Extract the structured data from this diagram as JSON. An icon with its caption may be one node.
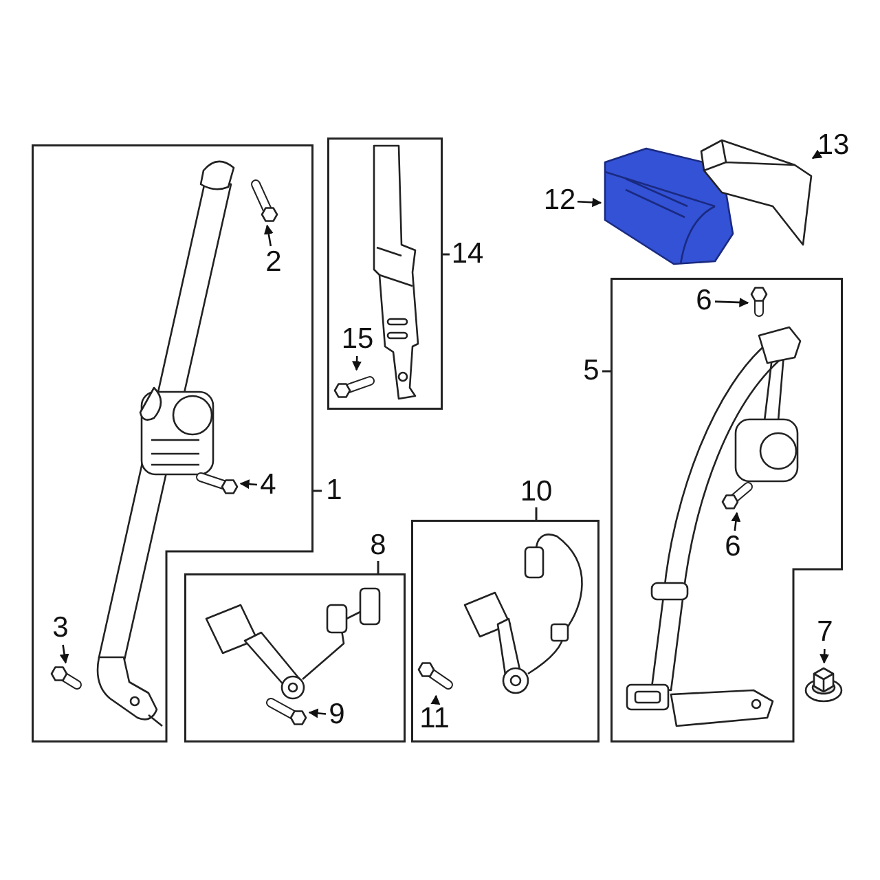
{
  "diagram": {
    "nodes": [
      {
        "text": [
          "1"
        ]
      },
      {
        "text": [],
        "shape": "picture",
        "in": 0
      },
      {
        "text": [
          "2"
        ],
        "in": 0
      },
      {
        "text": [],
        "shape": "picture",
        "in": 0
      },
      {
        "text": [
          "4"
        ],
        "in": 0
      },
      {
        "text": [],
        "shape": "picture",
        "in": 0
      },
      {
        "text": [
          "3"
        ],
        "in": 0
      },
      {
        "text": [],
        "shape": "picture",
        "in": 0
      },
      {
        "text": [
          "14"
        ]
      },
      {
        "text": [],
        "shape": "picture",
        "in": 8
      },
      {
        "text": [
          "15"
        ],
        "in": 8
      },
      {
        "text": [],
        "shape": "picture",
        "in": 8
      },
      {
        "text": [
          "12"
        ]
      },
      {
        "text": [],
        "shape": "picture"
      },
      {
        "text": [
          "13"
        ]
      },
      {
        "text": [],
        "shape": "picture"
      },
      {
        "text": [
          "5"
        ]
      },
      {
        "text": [
          "6"
        ],
        "in": 16
      },
      {
        "text": [],
        "shape": "picture",
        "in": 16
      },
      {
        "text": [],
        "shape": "picture",
        "in": 16
      },
      {
        "text": [
          "6"
        ],
        "in": 16
      },
      {
        "text": [],
        "shape": "picture",
        "in": 16
      },
      {
        "text": [
          "7"
        ]
      },
      {
        "text": [],
        "shape": "picture"
      },
      {
        "text": [
          "8"
        ]
      },
      {
        "text": [],
        "shape": "picture",
        "in": 24
      },
      {
        "text": [
          "9"
        ],
        "in": 24
      },
      {
        "text": [],
        "shape": "picture",
        "in": 24
      },
      {
        "text": [
          "10"
        ]
      },
      {
        "text": [],
        "shape": "picture",
        "in": 28
      },
      {
        "text": [
          "11"
        ],
        "in": 28
      },
      {
        "text": [],
        "shape": "picture",
        "in": 28
      }
    ],
    "edges": [
      {
        "from": 2,
        "to": 3,
        "arrow": "to"
      },
      {
        "from": 4,
        "to": 5,
        "arrow": "to"
      },
      {
        "from": 6,
        "to": 7,
        "arrow": "to"
      },
      {
        "from": 10,
        "to": 11,
        "arrow": "to"
      },
      {
        "from": 12,
        "to": 13,
        "arrow": "to"
      },
      {
        "from": 14,
        "to": 15,
        "arrow": "to"
      },
      {
        "from": 17,
        "to": 18,
        "arrow": "to"
      },
      {
        "from": 20,
        "to": 21,
        "arrow": "to"
      },
      {
        "from": 22,
        "to": 23,
        "arrow": "to"
      },
      {
        "from": 26,
        "to": 27,
        "arrow": "to"
      },
      {
        "from": 30,
        "to": 31,
        "arrow": "to"
      }
    ]
  }
}
